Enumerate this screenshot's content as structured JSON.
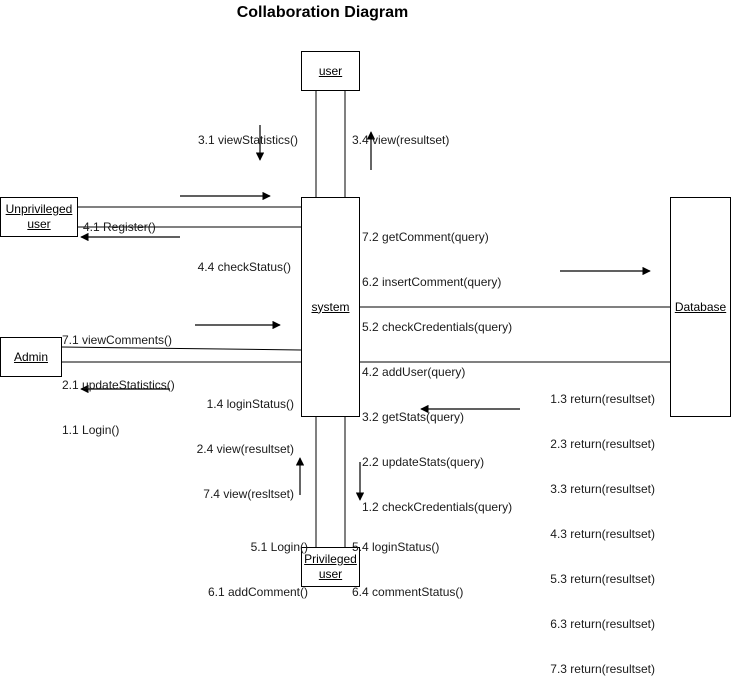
{
  "title": "Collaboration Diagram",
  "objects": {
    "user": "user",
    "unprivileged": "Unprivileged user",
    "admin": "Admin",
    "system": "system",
    "database": "Database",
    "privileged": "Privileged user"
  },
  "messages": {
    "user_to_system": [
      "3.1 viewStatistics()"
    ],
    "system_to_user": [
      "3.4 view(resultset)"
    ],
    "unprivileged_to_system": [
      "4.1 Register()"
    ],
    "system_to_unprivileged": [
      "4.4 checkStatus()"
    ],
    "system_to_database": [
      "7.2 getComment(query)",
      "6.2 insertComment(query)",
      "5.2 checkCredentials(query)",
      "4.2 addUser(query)",
      "3.2 getStats(query)",
      "2.2 updateStats(query)",
      "1.2 checkCredentials(query)"
    ],
    "admin_to_system": [
      "7.1 viewComments()",
      "2.1 updateStatistics()",
      "1.1 Login()"
    ],
    "system_to_admin": [
      "1.4 loginStatus()",
      "2.4 view(resultset)",
      "7.4 view(resltset)"
    ],
    "database_to_system": [
      "1.3 return(resultset)",
      "2.3 return(resultset)",
      "3.3 return(resultset)",
      "4.3 return(resultset)",
      "5.3 return(resultset)",
      "6.3 return(resultset)",
      "7.3 return(resultset)"
    ],
    "privileged_to_system": [
      "5.1 Login()",
      "6.1 addComment()"
    ],
    "system_to_privileged": [
      "5.4 loginStatus()",
      "6.4 commentStatus()"
    ]
  }
}
